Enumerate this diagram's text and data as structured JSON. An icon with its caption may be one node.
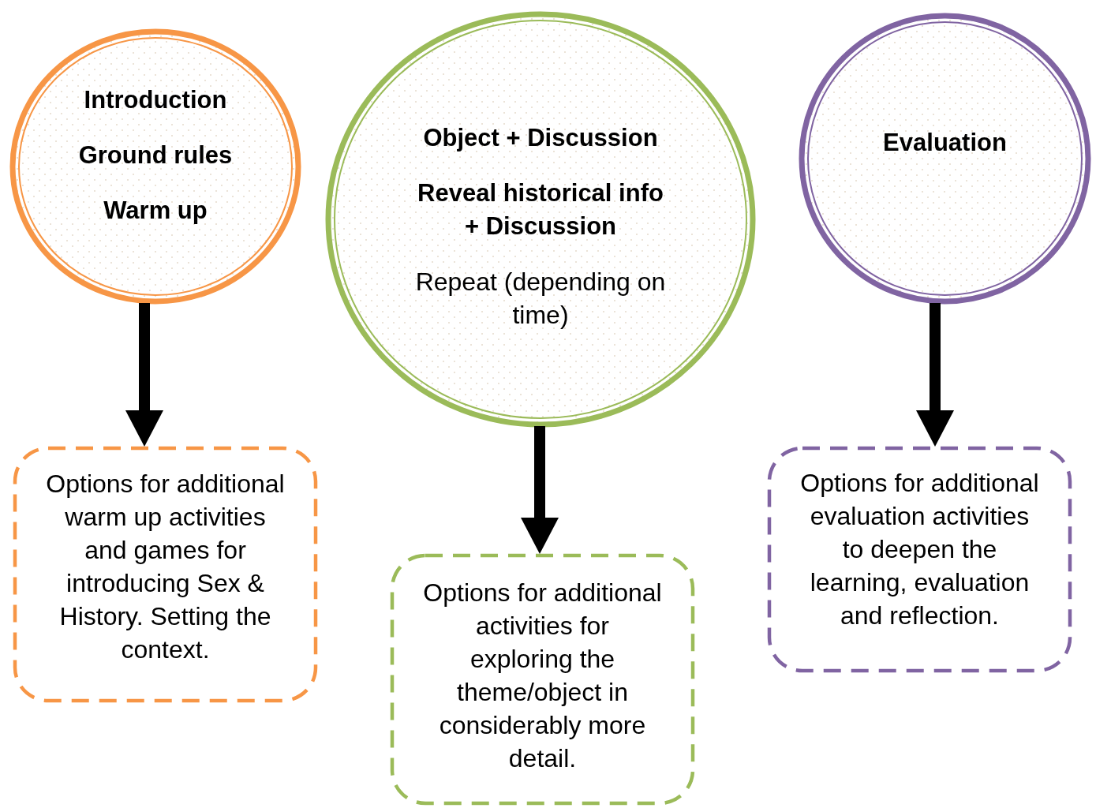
{
  "diagram": {
    "nodes": [
      {
        "text": [
          "Introduction",
          "Ground rules",
          "Warm up"
        ]
      },
      {
        "text": [
          "Object + Discussion",
          "Reveal historical info + Discussion",
          "Repeat (depending on time)"
        ]
      },
      {
        "text": [
          "Evaluation"
        ]
      },
      {
        "text": [
          "Options for additional warm up activities and games for introducing Sex & History. Setting the context."
        ]
      },
      {
        "text": [
          "Options for additional activities for exploring the theme/object in considerably more detail."
        ]
      },
      {
        "text": [
          "Options for additional evaluation activities to deepen the learning, evaluation and reflection."
        ]
      }
    ],
    "edges": [
      {
        "from": 0,
        "to": 3,
        "arrow": "to"
      },
      {
        "from": 1,
        "to": 4,
        "arrow": "to"
      },
      {
        "from": 2,
        "to": 5,
        "arrow": "to"
      }
    ]
  }
}
